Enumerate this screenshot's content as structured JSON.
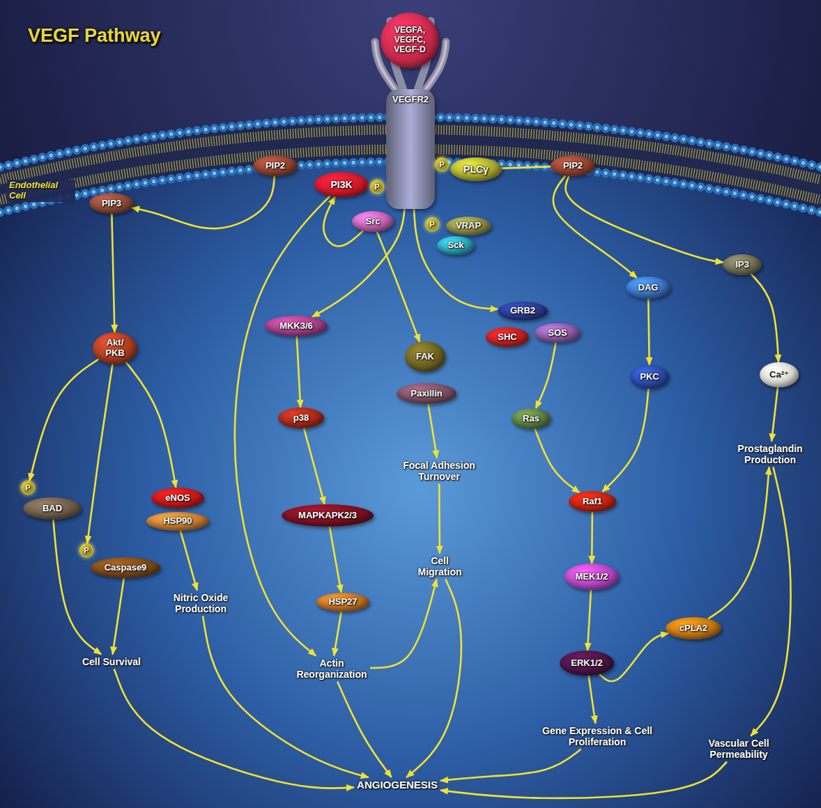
{
  "diagram": {
    "title": "VEGF Pathway",
    "nodes": [
      {
        "text": [
          "VEGFA, VEGFC, VEGF-D"
        ]
      },
      {
        "text": [
          "VEGFR2"
        ]
      },
      {
        "text": [
          "PIP2"
        ]
      },
      {
        "text": [
          "PIP3"
        ]
      },
      {
        "text": [
          "PI3K"
        ]
      },
      {
        "text": [
          "P"
        ]
      },
      {
        "text": [
          "P"
        ]
      },
      {
        "text": [
          "PLCγ"
        ]
      },
      {
        "text": [
          "PIP2"
        ]
      },
      {
        "text": [
          "Src"
        ]
      },
      {
        "text": [
          "P"
        ]
      },
      {
        "text": [
          "VRAP"
        ]
      },
      {
        "text": [
          "Sck"
        ]
      },
      {
        "text": [
          "IP3"
        ]
      },
      {
        "text": [
          "DAG"
        ]
      },
      {
        "text": [
          "MKK3/6"
        ]
      },
      {
        "text": [
          "GRB2"
        ]
      },
      {
        "text": [
          "SHC"
        ]
      },
      {
        "text": [
          "SOS"
        ]
      },
      {
        "text": [
          "Akt/ PKB"
        ]
      },
      {
        "text": [
          "FAK"
        ]
      },
      {
        "text": [
          "Paxillin"
        ]
      },
      {
        "text": [
          "PKC"
        ]
      },
      {
        "text": [
          "Ca²⁺"
        ]
      },
      {
        "text": [
          "p38"
        ]
      },
      {
        "text": [
          "Ras"
        ]
      },
      {
        "text": [
          "Focal Adhesion Turnover"
        ]
      },
      {
        "text": [
          "Prostaglandin Production"
        ]
      },
      {
        "text": [
          "P"
        ]
      },
      {
        "text": [
          "BAD"
        ]
      },
      {
        "text": [
          "eNOS"
        ]
      },
      {
        "text": [
          "HSP90"
        ]
      },
      {
        "text": [
          "Raf1"
        ]
      },
      {
        "text": [
          "MAPKAPK2/3"
        ]
      },
      {
        "text": [
          "P"
        ]
      },
      {
        "text": [
          "Caspase9"
        ]
      },
      {
        "text": [
          "Cell Migration"
        ]
      },
      {
        "text": [
          "MEK1/2"
        ]
      },
      {
        "text": [
          "Nitric Oxide Production"
        ]
      },
      {
        "text": [
          "HSP27"
        ]
      },
      {
        "text": [
          "cPLA2"
        ]
      },
      {
        "text": [
          "Cell Survival"
        ]
      },
      {
        "text": [
          "ERK1/2"
        ]
      },
      {
        "text": [
          "Actin Reorganization"
        ]
      },
      {
        "text": [
          "Gene Expression & Cell Proliferation"
        ]
      },
      {
        "text": [
          "Vascular Cell Permeability"
        ]
      },
      {
        "text": [
          "ANGIOGENESIS"
        ]
      }
    ],
    "edges": [
      {
        "from": 2,
        "to": 3,
        "arrow": "to"
      },
      {
        "from": 9,
        "to": 4,
        "arrow": "to"
      },
      {
        "from": 4,
        "to": 43,
        "arrow": "to"
      },
      {
        "from": 3,
        "to": 19,
        "arrow": "to"
      },
      {
        "from": 19,
        "to": 28,
        "arrow": "to"
      },
      {
        "from": 19,
        "to": 34,
        "arrow": "to"
      },
      {
        "from": 19,
        "to": 30,
        "arrow": "to"
      },
      {
        "from": 29,
        "to": 41,
        "arrow": "to"
      },
      {
        "from": 35,
        "to": 41,
        "arrow": "to"
      },
      {
        "from": 31,
        "to": 38,
        "arrow": "to"
      },
      {
        "from": 41,
        "to": 46,
        "arrow": "to"
      },
      {
        "from": 38,
        "to": 46,
        "arrow": "to"
      },
      {
        "from": 1,
        "to": 15,
        "arrow": "to"
      },
      {
        "from": 9,
        "to": 20,
        "arrow": "to"
      },
      {
        "from": 1,
        "to": 16,
        "arrow": "to"
      },
      {
        "from": 15,
        "to": 24,
        "arrow": "to"
      },
      {
        "from": 24,
        "to": 33,
        "arrow": "to"
      },
      {
        "from": 33,
        "to": 39,
        "arrow": "to"
      },
      {
        "from": 39,
        "to": 43,
        "arrow": "to"
      },
      {
        "from": 43,
        "to": 36,
        "arrow": "to"
      },
      {
        "from": 43,
        "to": 46,
        "arrow": "to"
      },
      {
        "from": 21,
        "to": 26,
        "arrow": "to"
      },
      {
        "from": 26,
        "to": 36,
        "arrow": "to"
      },
      {
        "from": 36,
        "to": 46,
        "arrow": "to"
      },
      {
        "from": 18,
        "to": 25,
        "arrow": "to"
      },
      {
        "from": 25,
        "to": 32,
        "arrow": "to"
      },
      {
        "from": 22,
        "to": 32,
        "arrow": "to"
      },
      {
        "from": 32,
        "to": 37,
        "arrow": "to"
      },
      {
        "from": 37,
        "to": 42,
        "arrow": "to"
      },
      {
        "from": 42,
        "to": 40,
        "arrow": "to"
      },
      {
        "from": 42,
        "to": 44,
        "arrow": "to"
      },
      {
        "from": 44,
        "to": 46,
        "arrow": "to"
      },
      {
        "from": 40,
        "to": 27,
        "arrow": "to"
      },
      {
        "from": 7,
        "to": 8,
        "arrow": "none"
      },
      {
        "from": 8,
        "to": 14,
        "arrow": "to"
      },
      {
        "from": 8,
        "to": 13,
        "arrow": "to"
      },
      {
        "from": 14,
        "to": 22,
        "arrow": "to"
      },
      {
        "from": 13,
        "to": 23,
        "arrow": "to"
      },
      {
        "from": 23,
        "to": 27,
        "arrow": "to"
      },
      {
        "from": 27,
        "to": 45,
        "arrow": "to"
      },
      {
        "from": 45,
        "to": 46,
        "arrow": "to"
      }
    ],
    "labels": [
      "Endothelial Cell"
    ]
  }
}
